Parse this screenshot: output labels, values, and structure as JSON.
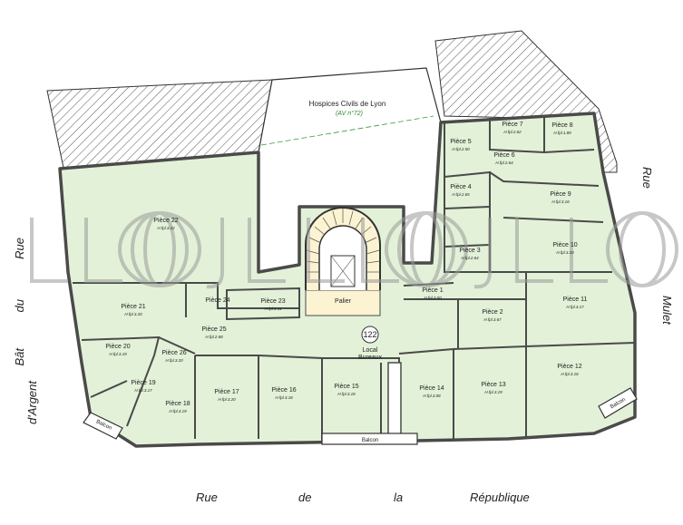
{
  "neighbour": {
    "name": "Hospices Civils de Lyon",
    "ref": "(AV n°72)"
  },
  "streets": {
    "bottom": [
      "Rue",
      "de",
      "la",
      "République"
    ],
    "left": [
      "Rue",
      "du",
      "Bât",
      "d'Argent"
    ],
    "right": [
      "Rue",
      "Mulet"
    ]
  },
  "watermark": "JLL",
  "landing": "Palier",
  "local": {
    "number": "122",
    "line1": "Local",
    "line2": "Bureaux"
  },
  "balconies": [
    "Balcon",
    "Balcon",
    "Balcon"
  ],
  "rooms": [
    {
      "name": "Pièce 1",
      "h": "H.fpl.3.50"
    },
    {
      "name": "Pièce 2",
      "h": "H.fpl.3.67"
    },
    {
      "name": "Pièce 3",
      "h": "H.fpl.2.64"
    },
    {
      "name": "Pièce 4",
      "h": "H.fpl.2.65"
    },
    {
      "name": "Pièce 5",
      "h": "H.fpl.2.50"
    },
    {
      "name": "Pièce 6",
      "h": "H.fpl.2.64"
    },
    {
      "name": "Pièce 7",
      "h": "H.fpl.2.62"
    },
    {
      "name": "Pièce 8",
      "h": "H.fpl.1.89"
    },
    {
      "name": "Pièce 9",
      "h": "H.fpl.3.16"
    },
    {
      "name": "Pièce 10",
      "h": "H.fpl.3.20"
    },
    {
      "name": "Pièce 11",
      "h": "H.fpl.3.17"
    },
    {
      "name": "Pièce 12",
      "h": "H.fpl.3.16"
    },
    {
      "name": "Pièce 13",
      "h": "H.fpl.3.19"
    },
    {
      "name": "Pièce 14",
      "h": "H.fpl.3.08"
    },
    {
      "name": "Pièce 15",
      "h": "H.fpl.3.18"
    },
    {
      "name": "Pièce 16",
      "h": "H.fpl.3.18"
    },
    {
      "name": "Pièce 17",
      "h": "H.fpl.3.20"
    },
    {
      "name": "Pièce 18",
      "h": "H.fpl.3.19"
    },
    {
      "name": "Pièce 19",
      "h": "H.fpl.3.17"
    },
    {
      "name": "Pièce 20",
      "h": "H.fpl.3.19"
    },
    {
      "name": "Pièce 21",
      "h": "H.fpl.3.20"
    },
    {
      "name": "Pièce 22",
      "h": "H.fpl.3.22"
    },
    {
      "name": "Pièce 23",
      "h": "H.fpl.3.11"
    },
    {
      "name": "Pièce 24",
      "h": ""
    },
    {
      "name": "Pièce 25",
      "h": "H.fpl.2.68"
    },
    {
      "name": "Pièce 26",
      "h": "H.fpl.3.20"
    }
  ],
  "colors": {
    "room_fill": "#e3f1d8",
    "landing_fill": "#fbf3d2",
    "wall": "#4a4a4a",
    "hatch": "#555555",
    "watermark": "#9a9a9a"
  }
}
